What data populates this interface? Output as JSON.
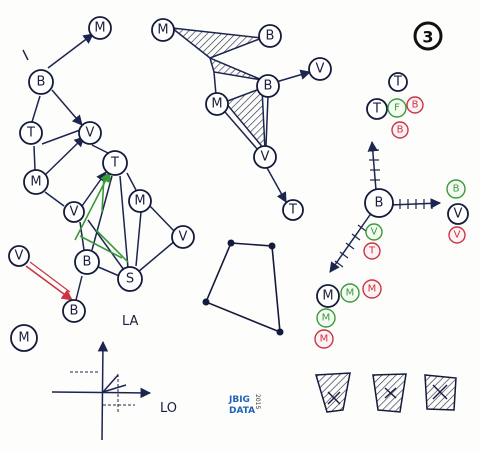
{
  "whiteboard": {
    "section_number": "3",
    "graph_left": {
      "nodes": [
        "M",
        "B",
        "T",
        "V",
        "M",
        "V",
        "T",
        "M",
        "V",
        "B",
        "S",
        "V",
        "B"
      ]
    },
    "graph_triangles": {
      "nodes": [
        "M",
        "B",
        "M",
        "B",
        "V",
        "V",
        "T"
      ]
    },
    "star": {
      "center": "B",
      "up_group": [
        "T",
        "T",
        "F",
        "B",
        "B"
      ],
      "right_group": [
        "B",
        "V",
        "V"
      ],
      "down_group": [
        "V",
        "T"
      ],
      "left_group": [
        "M",
        "M",
        "M",
        "M",
        "M"
      ]
    },
    "isolated_node": "M",
    "axes": {
      "y_label": "LA",
      "x_label": "LO"
    },
    "logo": {
      "line1": "JBIG",
      "line2": "DATA",
      "year": "2015"
    },
    "colors": {
      "ink": "#1c2550",
      "green": "#3a9a3a",
      "red": "#cc3344",
      "hatch": "#2a2f4a"
    }
  }
}
